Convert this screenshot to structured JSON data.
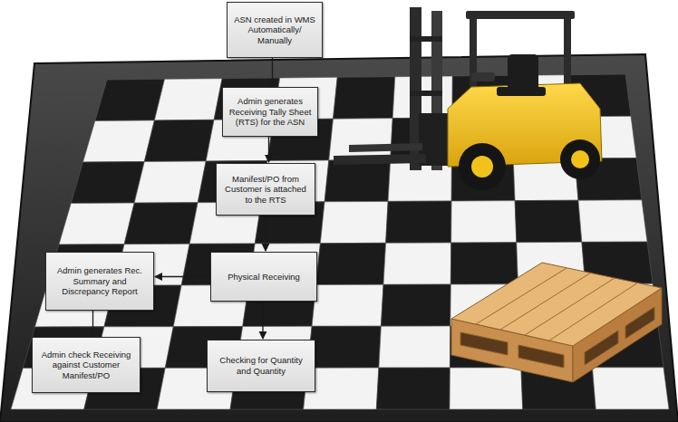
{
  "diagram": {
    "nodes": [
      {
        "text": [
          "ASN created in WMS Automatically/ Manually"
        ]
      },
      {
        "text": [
          "Admin generates Receiving Tally Sheet (RTS) for the ASN"
        ]
      },
      {
        "text": [
          "Manifest/PO from Customer is attached to the RTS"
        ]
      },
      {
        "text": [
          "Physical Receiving"
        ]
      },
      {
        "text": [
          "Checking for Quantity and Quantity"
        ]
      },
      {
        "text": [
          "Admin generates Rec. Summary and Discrepancy Report"
        ]
      },
      {
        "text": [
          "Admin check Receiving against Customer Manifest/PO"
        ]
      }
    ],
    "edges": [
      {
        "from": 0,
        "to": 1,
        "arrow": "to"
      },
      {
        "from": 1,
        "to": 2,
        "arrow": "to"
      },
      {
        "from": 2,
        "to": 3,
        "arrow": "to"
      },
      {
        "from": 3,
        "to": 4,
        "arrow": "to"
      },
      {
        "from": 3,
        "to": 5,
        "arrow": "to"
      },
      {
        "from": 5,
        "to": 6,
        "arrow": "to"
      }
    ]
  }
}
